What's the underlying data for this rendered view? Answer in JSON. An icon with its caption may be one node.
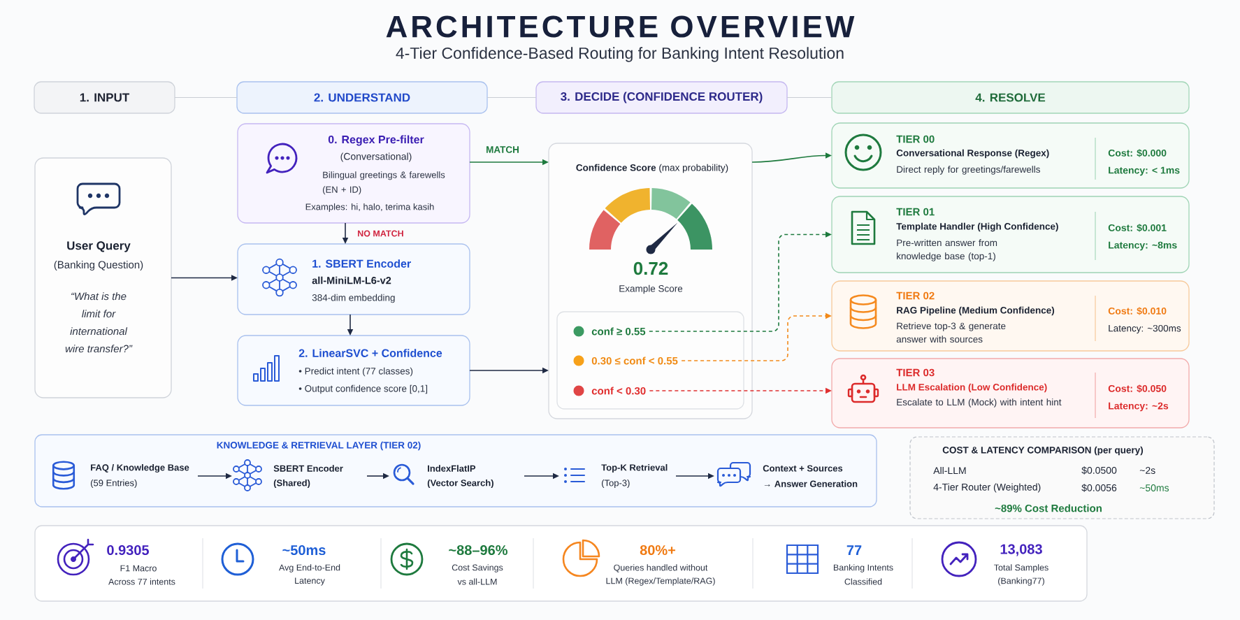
{
  "diagram": {
    "title": "ARCHITECTURE OVERVIEW",
    "nodes": [
      {
        "text": [
          "1. INPUT"
        ]
      },
      {
        "text": [
          "2. UNDERSTAND"
        ]
      },
      {
        "text": [
          "3. DECIDE (CONFIDENCE ROUTER)"
        ]
      },
      {
        "text": [
          "4. RESOLVE"
        ]
      },
      {
        "text": [
          "User Query",
          "(Banking Question)",
          "“What is the limit for international wire transfer?”"
        ]
      },
      {
        "text": [
          "0. Regex Pre-filter",
          "(Conversational)",
          "Bilingual greetings & farewells (EN + ID)",
          "Examples: hi, halo, terima kasih"
        ]
      },
      {
        "text": [
          "1. SBERT Encoder",
          "all-MiniLM-L6-v2",
          "384-dim embedding"
        ]
      },
      {
        "text": [
          "2. LinearSVC + Confidence",
          "• Predict intent (77 classes)",
          "• Output confidence score [0,1]"
        ]
      },
      {
        "text": [
          "**Confidence Score** (max probability)",
          "0.72",
          "Example Score"
        ]
      },
      {
        "text": [],
        "shape": "box",
        "in": 8
      },
      {
        "text": [
          "conf ≥ 0.55"
        ],
        "in": 9
      },
      {
        "text": [
          "0.30 ≤ conf < 0.55"
        ],
        "in": 9
      },
      {
        "text": [
          "conf < 0.30"
        ],
        "in": 9
      },
      {
        "text": [
          "TIER 00",
          "Conversational Response (Regex)",
          "Direct reply for greetings/farewells",
          "Cost: $0.000",
          "Latency: < 1ms"
        ]
      },
      {
        "text": [
          "TIER 01",
          "Template Handler (High Confidence)",
          "Pre-written answer from knowledge base (top-1)",
          "Cost: $0.001",
          "Latency: ~8ms"
        ]
      },
      {
        "text": [
          "TIER 02",
          "RAG Pipeline (Medium Confidence)",
          "Retrieve top-3 & generate answer with sources",
          "Cost: $0.010",
          "Latency: ~300ms"
        ]
      },
      {
        "text": [
          "TIER 03",
          "LLM Escalation (Low Confidence)",
          "Escalate to LLM (Mock) with intent hint",
          "Cost: $0.050",
          "Latency: ~2s"
        ]
      },
      {
        "text": [
          "KNOWLEDGE & RETRIEVAL LAYER (TIER 02)"
        ]
      },
      {
        "text": [
          "FAQ / Knowledge Base",
          "(59 Entries)"
        ],
        "in": 17
      },
      {
        "text": [
          "SBERT Encoder",
          "(Shared)"
        ],
        "in": 17
      },
      {
        "text": [
          "IndexFlatIP",
          "(Vector Search)"
        ],
        "in": 17
      },
      {
        "text": [
          "Top-K Retrieval",
          "(Top-3)"
        ],
        "in": 17
      },
      {
        "text": [
          "Context + Sources",
          "→ Answer Generation"
        ],
        "in": 17
      },
      {
        "text": [
          "COST & LATENCY COMPARISON (per query)",
          "All-LLM",
          "$0.0500",
          "~2s",
          "4-Tier Router (Weighted)",
          "$0.0056",
          "~50ms",
          "~89% Cost Reduction"
        ]
      },
      {
        "text": [
          "0.9305",
          "F1 Macro",
          "Across 77 intents",
          "~50ms",
          "Avg End-to-End",
          "Latency",
          "~88–96%",
          "Cost Savings",
          "vs all-LLM",
          "80%+",
          "Queries handled without",
          "LLM (Regex/Template/RAG)",
          "77",
          "Banking Intents",
          "Classified",
          "13,083",
          "Total Samples",
          "(Banking77)"
        ]
      }
    ],
    "edges": [
      {
        "from": 0,
        "to": 1,
        "arrow": "none",
        "color": "#c9cdd4"
      },
      {
        "from": 1,
        "to": 2,
        "arrow": "none",
        "color": "#c9cdd4"
      },
      {
        "from": 2,
        "to": 3,
        "arrow": "none",
        "color": "#c9cdd4"
      },
      {
        "from": 4,
        "to": 6,
        "arrow": "to"
      },
      {
        "from": 5,
        "to": 6,
        "arrow": "to",
        "label": "NO MATCH"
      },
      {
        "from": 6,
        "to": 7,
        "arrow": "to"
      },
      {
        "from": 5,
        "to": 8,
        "arrow": "to",
        "label": "MATCH",
        "color": "#1e7a3e"
      },
      {
        "from": 7,
        "to": 8,
        "arrow": "to"
      },
      {
        "from": 8,
        "to": 13,
        "arrow": "to",
        "color": "#1e7a3e"
      },
      {
        "from": 10,
        "to": 14,
        "arrow": "to",
        "style": "dashed",
        "color": "#1e7a3e"
      },
      {
        "from": 11,
        "to": 15,
        "arrow": "to",
        "style": "dashed",
        "color": "#f28a1a"
      },
      {
        "from": 12,
        "to": 16,
        "arrow": "to",
        "style": "dashed",
        "color": "#e03131"
      },
      {
        "from": 18,
        "to": 19,
        "arrow": "to"
      },
      {
        "from": 19,
        "to": 20,
        "arrow": "to"
      },
      {
        "from": 20,
        "to": 21,
        "arrow": "to"
      },
      {
        "from": 21,
        "to": 22,
        "arrow": "to"
      }
    ],
    "labels": [
      "4-Tier Confidence-Based Routing for Banking Intent Resolution"
    ]
  }
}
